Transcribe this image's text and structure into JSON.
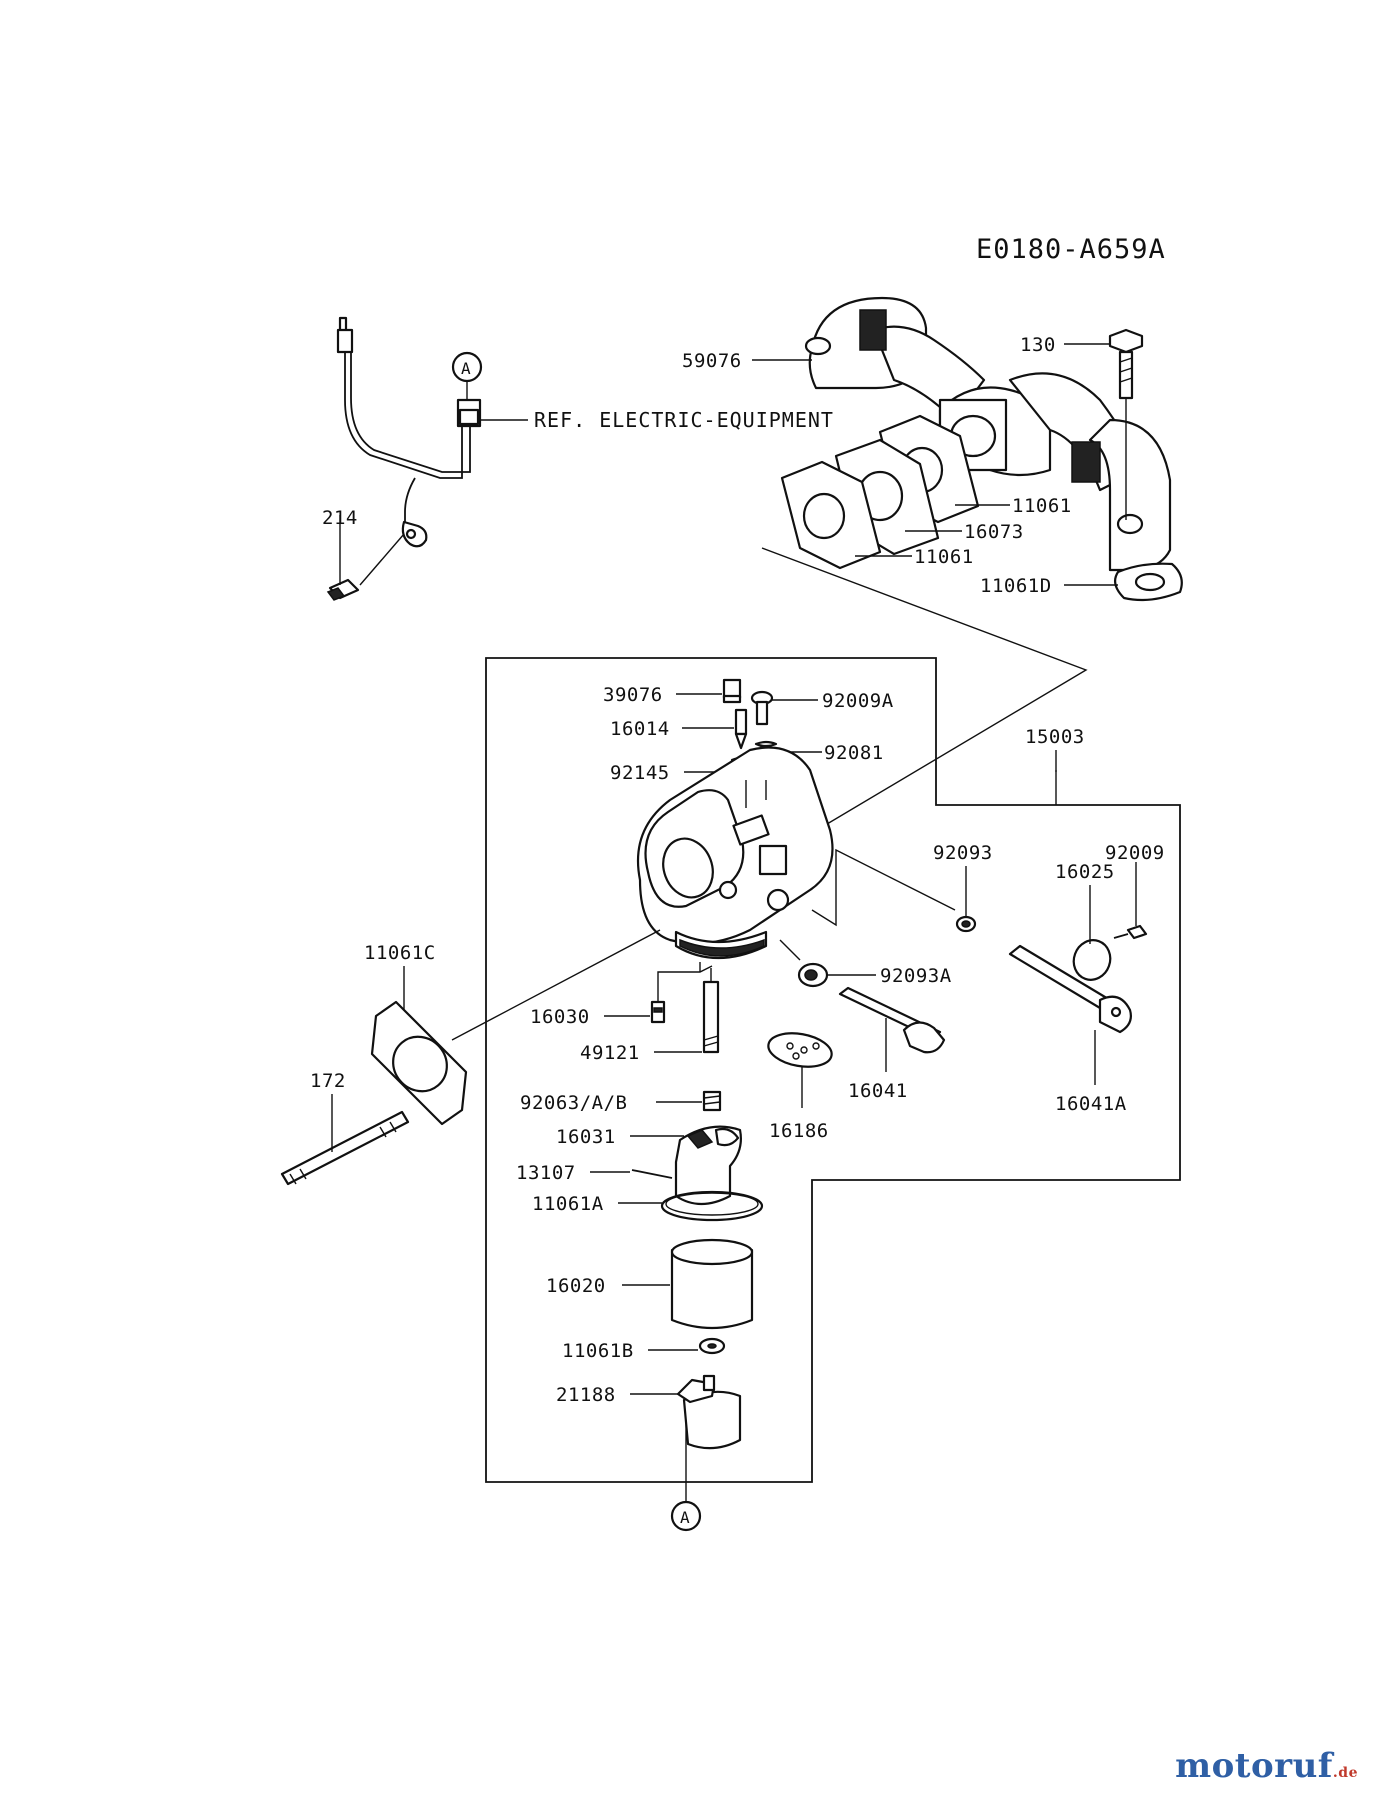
{
  "diagram_code": "E0180-A659A",
  "reference_note": "REF. ELECTRIC-EQUIPMENT",
  "connector_label": "A",
  "watermark": {
    "name": "motoruf",
    "suffix": ".de"
  },
  "parts": {
    "p59076": "59076",
    "p130": "130",
    "p11061_top": "11061",
    "p16073": "16073",
    "p11061_bot": "11061",
    "p11061D": "11061D",
    "p214": "214",
    "p39076": "39076",
    "p92009A": "92009A",
    "p16014": "16014",
    "p92081": "92081",
    "p92145": "92145",
    "p15003": "15003",
    "p92093": "92093",
    "p92009": "92009",
    "p16025": "16025",
    "p11061C": "11061C",
    "p92093A": "92093A",
    "p16030": "16030",
    "p49121": "49121",
    "p172": "172",
    "p16041": "16041",
    "p16041A": "16041A",
    "p92063": "92063/A/B",
    "p16186": "16186",
    "p16031": "16031",
    "p13107": "13107",
    "p11061A": "11061A",
    "p16020": "16020",
    "p11061B": "11061B",
    "p21188": "21188"
  }
}
